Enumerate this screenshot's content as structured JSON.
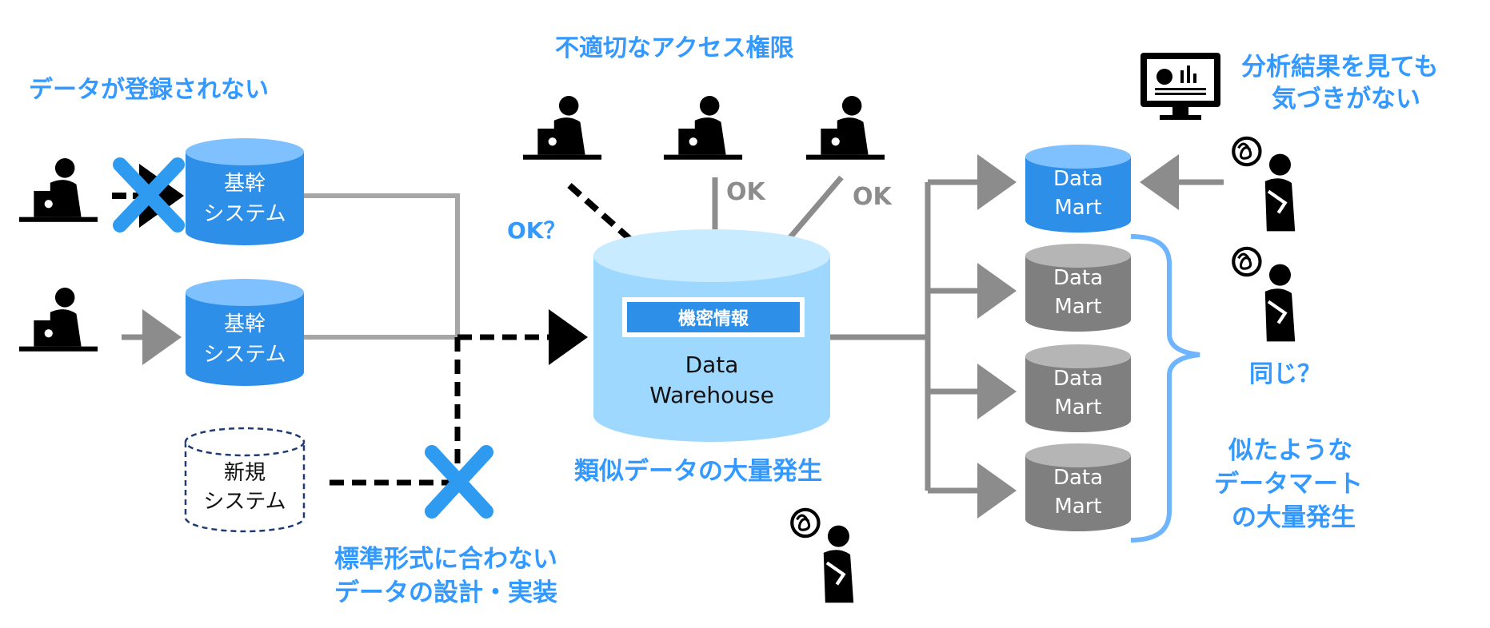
{
  "captions": {
    "not_registered": "データが登録されない",
    "bad_access": "不適切なアクセス権限",
    "no_insight_1": "分析結果を見ても",
    "no_insight_2": "気づきがない",
    "ok_question": "OK？",
    "ok_1": "OK",
    "ok_2": "OK",
    "nonstandard_1": "標準形式に合わない",
    "nonstandard_2": "データの設計・実装",
    "similar_data": "類似データの大量発生",
    "same_question": "同じ？",
    "similar_marts_1": "似たような",
    "similar_marts_2": "データマート",
    "similar_marts_3": "の大量発生"
  },
  "systems": [
    {
      "line1": "基幹",
      "line2": "システム"
    },
    {
      "line1": "基幹",
      "line2": "システム"
    },
    {
      "line1": "新規",
      "line2": "システム"
    }
  ],
  "warehouse": {
    "badge": "機密情報",
    "line1": "Data",
    "line2": "Warehouse"
  },
  "marts": [
    {
      "line1": "Data",
      "line2": "Mart"
    },
    {
      "line1": "Data",
      "line2": "Mart"
    },
    {
      "line1": "Data",
      "line2": "Mart"
    },
    {
      "line1": "Data",
      "line2": "Mart"
    }
  ],
  "colors": {
    "accent_blue": "#3399ff",
    "cylinder_blue": "#2e8fe8",
    "cylinder_blue_top": "#7fc0ff",
    "warehouse_fill": "#9fd8ff",
    "warehouse_top": "#c8ebff",
    "mart_gray": "#7f7f7f",
    "mart_gray_top": "#b5b5b5",
    "arrow_gray": "#8c8c8c",
    "cross_blue": "#2e9bf0"
  },
  "icons": [
    "person-at-laptop-icon",
    "confused-person-icon",
    "monitor-dashboard-icon",
    "cross-icon"
  ]
}
